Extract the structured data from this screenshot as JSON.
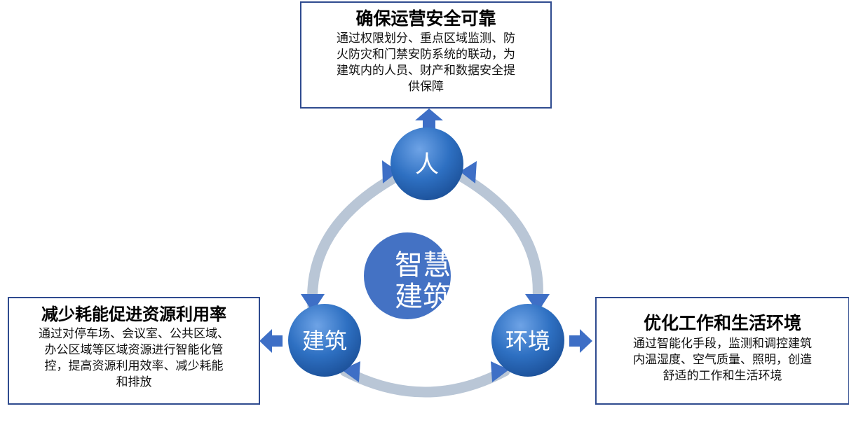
{
  "boxes": {
    "top": {
      "title": "确保运营安全可靠",
      "lines": [
        "通过权限划分、重点区域监测、防",
        "火防灾和门禁安防系统的联动，为",
        "建筑内的人员、财产和数据安全提",
        "供保障"
      ]
    },
    "left": {
      "title": "减少耗能促进资源利用率",
      "lines": [
        "通过对停车场、会议室、公共区域、",
        "办公区域等区域资源进行智能化管",
        "控，提高资源利用效率、减少耗能",
        "和排放"
      ]
    },
    "right": {
      "title": "优化工作和生活环境",
      "lines": [
        "通过智能化手段，监测和调控建筑",
        "内温湿度、空气质量、照明，创造",
        "舒适的工作和生活环境"
      ]
    }
  },
  "nodes": {
    "center_line1": "智慧",
    "center_line2": "建筑",
    "people": "人",
    "building": "建筑",
    "environment": "环境"
  },
  "colors": {
    "box_border": "#2f4b8f",
    "node_fill": "#2e70c2",
    "center_fill": "#4472c4",
    "ring": "#b9c6d6",
    "arrow": "#3e6fc6"
  }
}
